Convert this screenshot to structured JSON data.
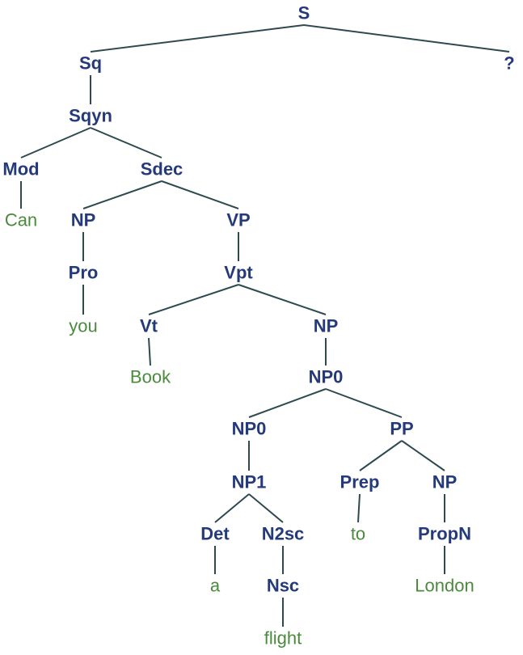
{
  "tree": {
    "colors": {
      "nonterminal": "#253a7a",
      "terminal": "#4a8a3c",
      "edge": "#2e4a50"
    },
    "nodes": [
      {
        "id": "S",
        "label": "S",
        "kind": "nonterminal",
        "parent": null
      },
      {
        "id": "Sq",
        "label": "Sq",
        "kind": "nonterminal",
        "parent": "S"
      },
      {
        "id": "Q",
        "label": "?",
        "kind": "nonterminal",
        "parent": "S"
      },
      {
        "id": "Sqyn",
        "label": "Sqyn",
        "kind": "nonterminal",
        "parent": "Sq"
      },
      {
        "id": "Mod",
        "label": "Mod",
        "kind": "nonterminal",
        "parent": "Sqyn"
      },
      {
        "id": "Sdec",
        "label": "Sdec",
        "kind": "nonterminal",
        "parent": "Sqyn"
      },
      {
        "id": "Can",
        "label": "Can",
        "kind": "terminal",
        "parent": "Mod"
      },
      {
        "id": "NP_a",
        "label": "NP",
        "kind": "nonterminal",
        "parent": "Sdec"
      },
      {
        "id": "VP",
        "label": "VP",
        "kind": "nonterminal",
        "parent": "Sdec"
      },
      {
        "id": "Pro",
        "label": "Pro",
        "kind": "nonterminal",
        "parent": "NP_a"
      },
      {
        "id": "Vpt",
        "label": "Vpt",
        "kind": "nonterminal",
        "parent": "VP"
      },
      {
        "id": "you",
        "label": "you",
        "kind": "terminal",
        "parent": "Pro"
      },
      {
        "id": "Vt",
        "label": "Vt",
        "kind": "nonterminal",
        "parent": "Vpt"
      },
      {
        "id": "NP_b",
        "label": "NP",
        "kind": "nonterminal",
        "parent": "Vpt"
      },
      {
        "id": "Book",
        "label": "Book",
        "kind": "terminal",
        "parent": "Vt"
      },
      {
        "id": "NP0_a",
        "label": "NP0",
        "kind": "nonterminal",
        "parent": "NP_b"
      },
      {
        "id": "NP0_b",
        "label": "NP0",
        "kind": "nonterminal",
        "parent": "NP0_a"
      },
      {
        "id": "PP",
        "label": "PP",
        "kind": "nonterminal",
        "parent": "NP0_a"
      },
      {
        "id": "NP1",
        "label": "NP1",
        "kind": "nonterminal",
        "parent": "NP0_b"
      },
      {
        "id": "Prep",
        "label": "Prep",
        "kind": "nonterminal",
        "parent": "PP"
      },
      {
        "id": "NP_c",
        "label": "NP",
        "kind": "nonterminal",
        "parent": "PP"
      },
      {
        "id": "Det",
        "label": "Det",
        "kind": "nonterminal",
        "parent": "NP1"
      },
      {
        "id": "N2sc",
        "label": "N2sc",
        "kind": "nonterminal",
        "parent": "NP1"
      },
      {
        "id": "to",
        "label": "to",
        "kind": "terminal",
        "parent": "Prep"
      },
      {
        "id": "PropN",
        "label": "PropN",
        "kind": "nonterminal",
        "parent": "NP_c"
      },
      {
        "id": "a",
        "label": "a",
        "kind": "terminal",
        "parent": "Det"
      },
      {
        "id": "Nsc",
        "label": "Nsc",
        "kind": "nonterminal",
        "parent": "N2sc"
      },
      {
        "id": "London",
        "label": "London",
        "kind": "terminal",
        "parent": "PropN"
      },
      {
        "id": "flight",
        "label": "flight",
        "kind": "terminal",
        "parent": "Nsc"
      }
    ]
  }
}
